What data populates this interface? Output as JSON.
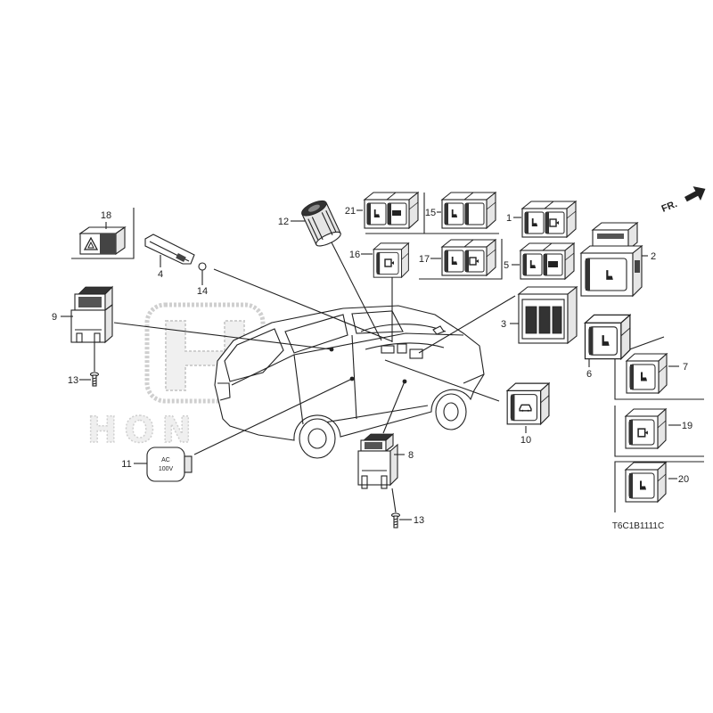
{
  "diagram": {
    "front_indicator": "FR.",
    "drawing_code": "T6C1B1111C",
    "watermark_text": "HON",
    "outlet_label": {
      "line1": "AC",
      "line2": "100V"
    },
    "callouts": [
      "18",
      "4",
      "14",
      "9",
      "13",
      "11",
      "12",
      "21",
      "15",
      "1",
      "2",
      "16",
      "17",
      "5",
      "3",
      "6",
      "7",
      "10",
      "19",
      "8",
      "20",
      "13"
    ]
  },
  "colors": {
    "line": "#222222",
    "watermark": "#cfcfcf",
    "background": "#ffffff"
  },
  "icons": [
    "hazard-icon",
    "seat-icon",
    "door-icon",
    "car-icon",
    "front-arrow-icon",
    "honda-emblem-icon"
  ]
}
